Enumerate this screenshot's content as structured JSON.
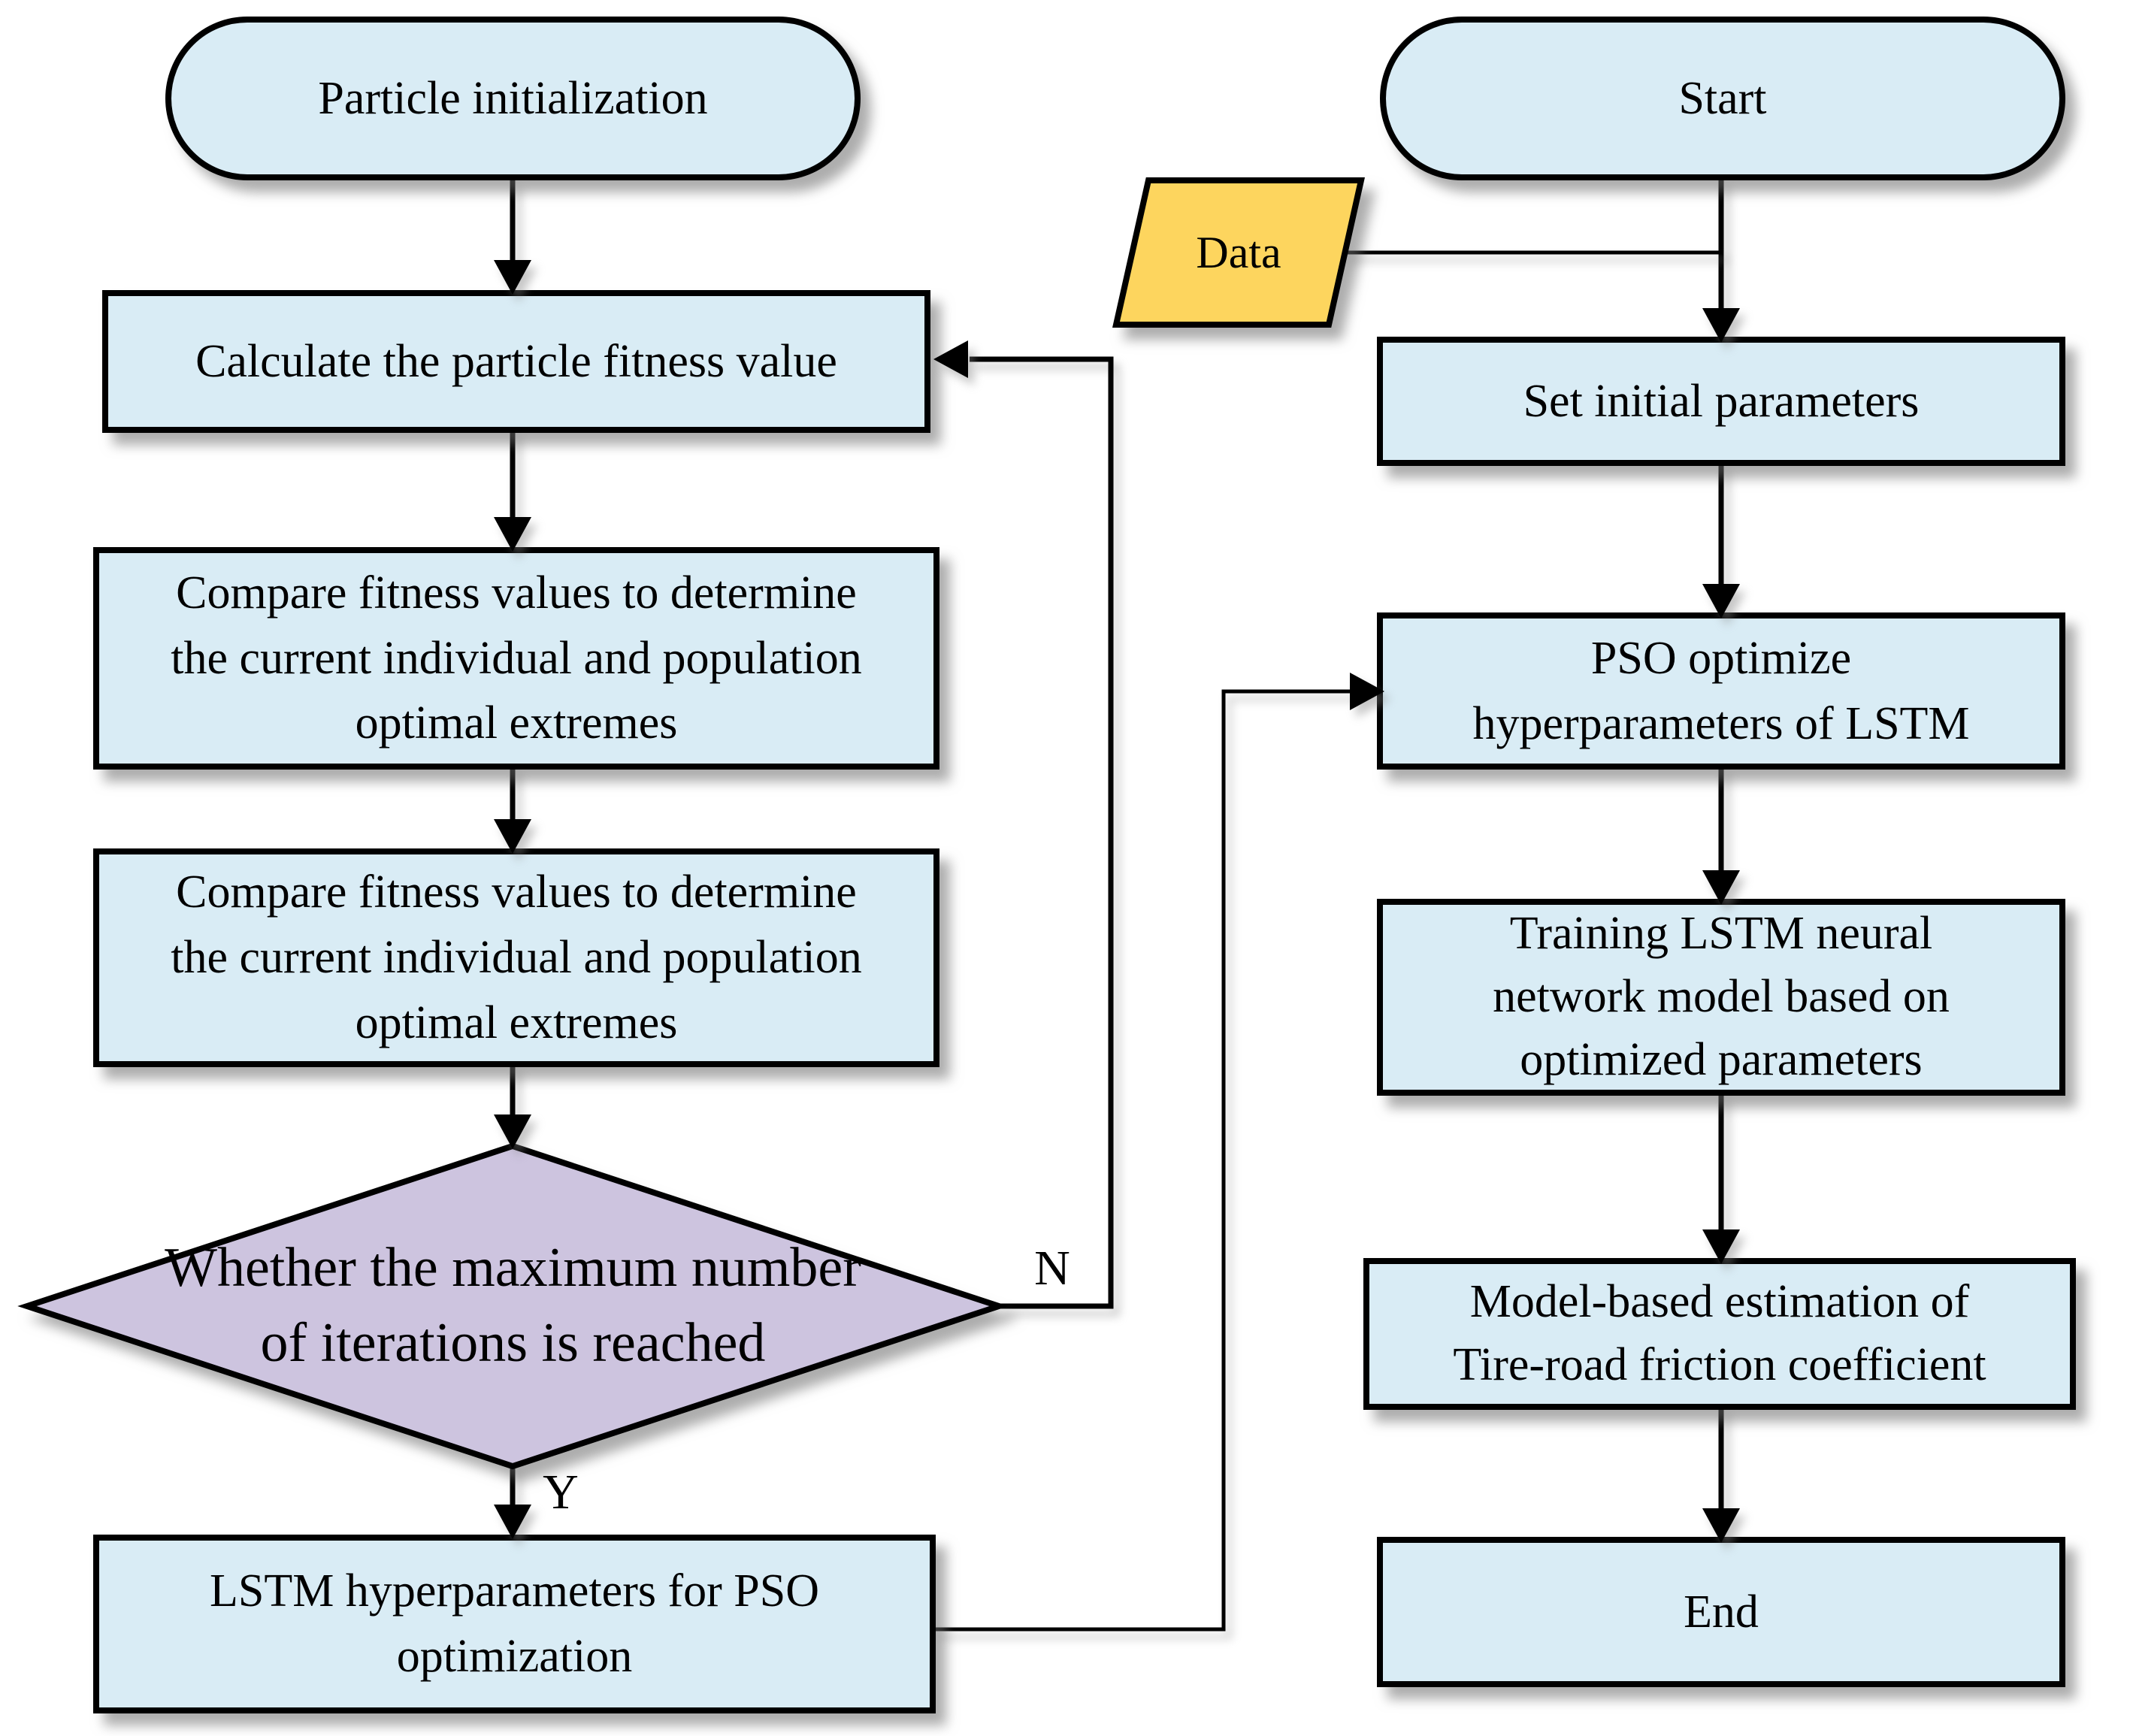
{
  "colors": {
    "process_fill": "#d9ecf5",
    "decision_fill": "#cdc4df",
    "data_fill": "#fdd55e",
    "outline": "#000000",
    "text": "#000000",
    "background": "#ffffff"
  },
  "pso_column": {
    "particle_initialization": "Particle initialization",
    "calculate_fitness": "Calculate the particle fitness value",
    "compare_fitness_1": "Compare fitness values to determine\nthe current individual and population\noptimal extremes",
    "compare_fitness_2": "Compare fitness values to determine\nthe current individual and population\noptimal extremes",
    "max_iterations_decision": "Whether the maximum number\nof iterations is reached",
    "lstm_hyperparameters": "LSTM hyperparameters for PSO\noptimization"
  },
  "main_column": {
    "start": "Start",
    "data": "Data",
    "set_initial_parameters": "Set initial parameters",
    "pso_optimize": "PSO optimize\nhyperparameters of LSTM",
    "training_lstm": "Training LSTM neural\nnetwork model based on\noptimized parameters",
    "model_estimation": "Model-based estimation of\nTire-road friction coefficient",
    "end": "End"
  },
  "branch_labels": {
    "yes": "Y",
    "no": "N"
  }
}
